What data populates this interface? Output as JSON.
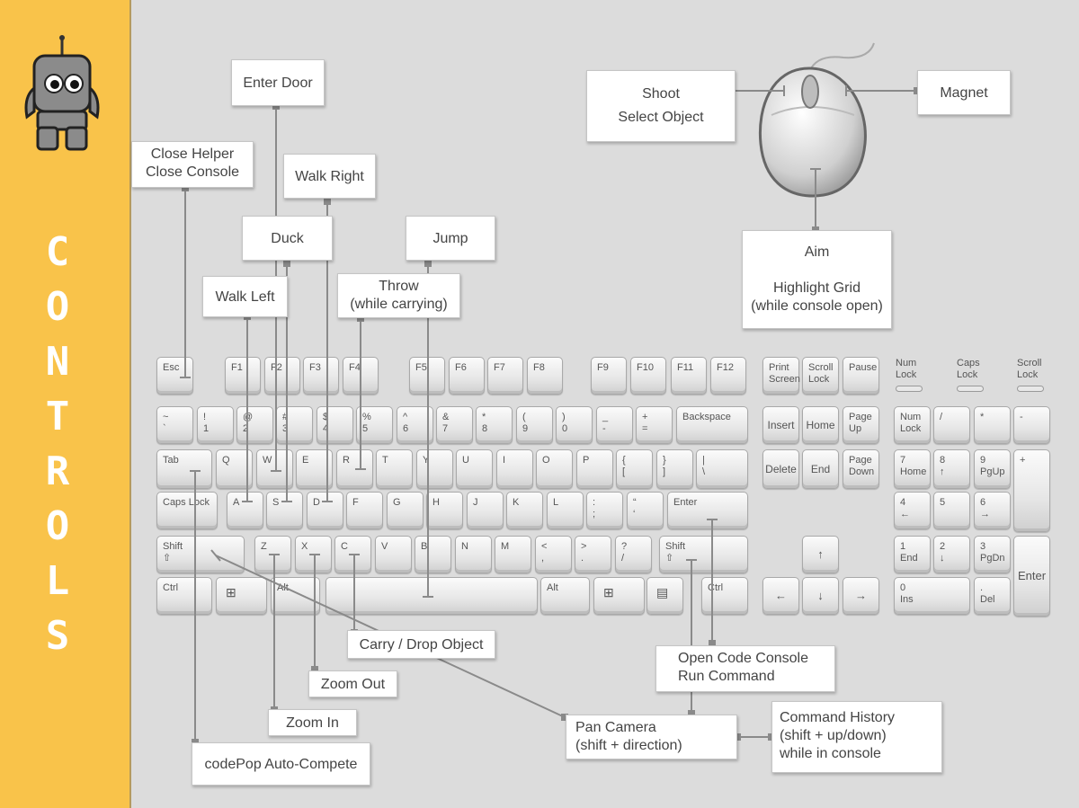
{
  "sidebar": {
    "title_letters": [
      "C",
      "O",
      "N",
      "T",
      "R",
      "O",
      "L",
      "S"
    ],
    "bg_color": "#f9c34a",
    "logo_icon": "robot-icon"
  },
  "keys": {
    "esc": "Esc",
    "f1": "F1",
    "f2": "F2",
    "f3": "F3",
    "f4": "F4",
    "f5": "F5",
    "f6": "F6",
    "f7": "F7",
    "f8": "F8",
    "f9": "F9",
    "f10": "F10",
    "f11": "F11",
    "f12": "F12",
    "print_screen": "Print\nScreen",
    "scroll_lock": "Scroll\nLock",
    "pause": "Pause",
    "tilde": "~\n`",
    "n1": "!\n1",
    "n2": "@\n2",
    "n3": "#\n3",
    "n4": "$\n4",
    "n5": "%\n5",
    "n6": "^\n6",
    "n7": "&\n7",
    "n8": "*\n8",
    "n9": "(\n9",
    "n0": ")\n0",
    "minus": "_\n-",
    "equals": "+\n=",
    "backspace": "Backspace",
    "insert": "Insert",
    "home": "Home",
    "page_up": "Page\nUp",
    "num_lock": "Num\nLock",
    "kp_slash": "/",
    "kp_star": "*",
    "kp_minus": "-",
    "tab": "Tab",
    "q": "Q",
    "w": "W",
    "e": "E",
    "r": "R",
    "t": "T",
    "y": "Y",
    "u": "U",
    "i": "I",
    "o": "O",
    "p": "P",
    "lbracket": "{\n[",
    "rbracket": "}\n]",
    "backslash": "|\n\\",
    "delete": "Delete",
    "end": "End",
    "page_down": "Page\nDown",
    "kp7": "7\nHome",
    "kp8": "8\n↑",
    "kp9": "9\nPgUp",
    "kp_plus": "+",
    "caps_lock": "Caps Lock",
    "a": "A",
    "s": "S",
    "d": "D",
    "f": "F",
    "g": "G",
    "h": "H",
    "j": "J",
    "k": "K",
    "l": "L",
    "semicolon": ":\n;",
    "quote": "“\n‘",
    "enter": "Enter",
    "kp4": "4\n←",
    "kp5": "5",
    "kp6": "6\n→",
    "shift_left": "Shift\n⇧",
    "z": "Z",
    "x": "X",
    "c": "C",
    "v": "V",
    "b": "B",
    "n": "N",
    "m": "M",
    "comma": "<\n,",
    "period": ">\n.",
    "slash": "?\n/",
    "shift_right": "Shift\n⇧",
    "arrow_up": "↑",
    "kp1": "1\nEnd",
    "kp2": "2\n↓",
    "kp3": "3\nPgDn",
    "kp_enter": "Enter",
    "ctrl_left": "Ctrl",
    "alt_left": "Alt",
    "alt_right": "Alt",
    "ctrl_right": "Ctrl",
    "arrow_left": "←",
    "arrow_down": "↓",
    "arrow_right": "→",
    "kp0": "0\nIns",
    "kp_dot": ".\nDel"
  },
  "lock_lights": [
    "Num\nLock",
    "Caps\nLock",
    "Scroll\nLock"
  ],
  "callouts": {
    "enter_door": "Enter Door",
    "close_helper": "Close Helper\nClose Console",
    "walk_right": "Walk Right",
    "duck": "Duck",
    "jump": "Jump",
    "walk_left": "Walk Left",
    "throw": "Throw\n(while carrying)",
    "shoot": "Shoot\nSelect Object",
    "magnet": "Magnet",
    "aim": "Aim\n\nHighlight Grid\n(while console open)",
    "carry_drop": "Carry / Drop Object",
    "open_console": "Open Code Console\nRun Command",
    "zoom_out": "Zoom Out",
    "zoom_in": "Zoom In",
    "pan_camera": "Pan Camera\n(shift + direction)",
    "command_history": "Command History\n(shift + up/down)\nwhile in console",
    "autocomplete": "codePop Auto-Compete"
  },
  "colors": {
    "wire": "#8a8a8a",
    "background": "#dcdcdc",
    "key_face": "#eeeeee"
  },
  "icons": {
    "windows_key": "windows-logo-icon",
    "menu_key": "context-menu-icon",
    "mouse": "mouse-icon"
  }
}
